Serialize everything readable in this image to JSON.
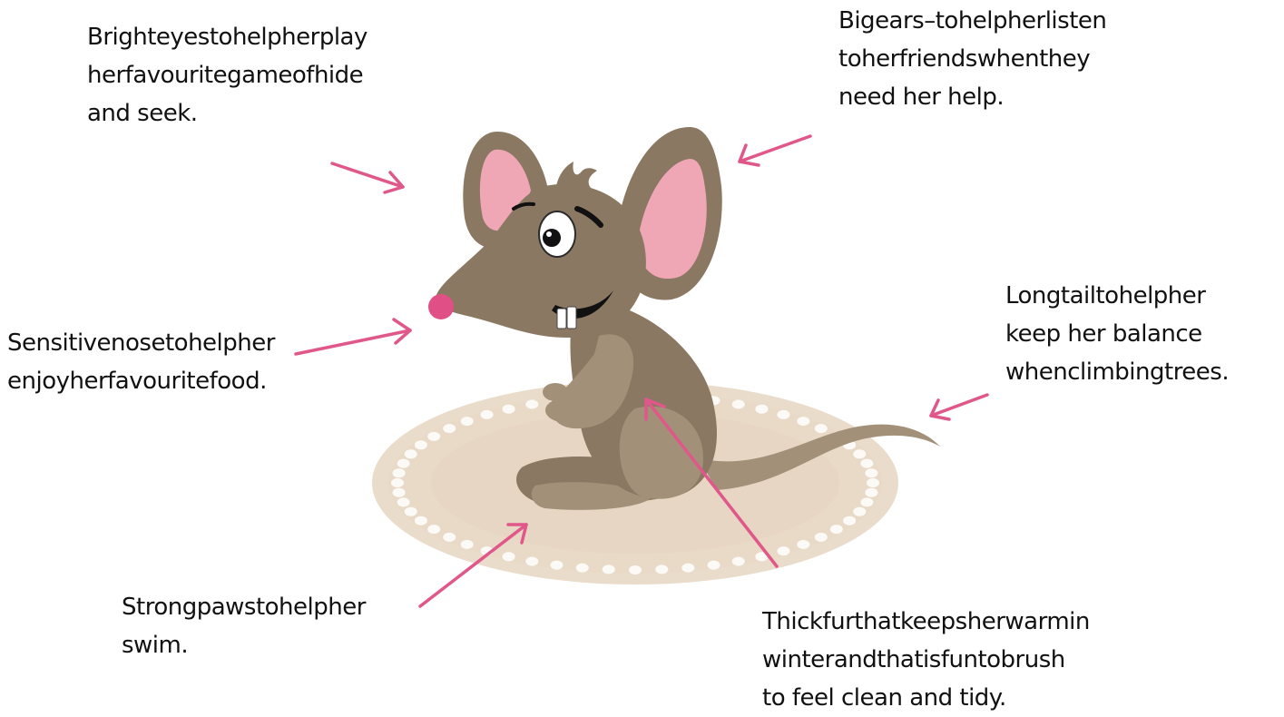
{
  "labels": {
    "eyes": [
      "Brighteyestohelpherplay",
      "herfavouritegameofhide",
      "and seek."
    ],
    "ears": [
      "Bigears–tohelpherlisten",
      "toherfriendswhenthey",
      "need her help."
    ],
    "nose": [
      "Sensitivenosetohelpher",
      "enjoyherfavouritefood."
    ],
    "tail": [
      "Longtailtohelpher",
      "keep her balance",
      "whenclimbingtrees."
    ],
    "paws": [
      "Strongpawstohelpher",
      "swim."
    ],
    "fur": [
      "Thickfurthatkeepsherwarmin",
      "winterandthatisfuntobrush",
      "to feel clean and tidy."
    ]
  },
  "colors": {
    "arrow": "#e0578a",
    "fur": "#8a7862",
    "fur_light": "#a29079",
    "ear_inner": "#f0a7b5",
    "nose": "#e05086",
    "doily": "#eadccb"
  }
}
